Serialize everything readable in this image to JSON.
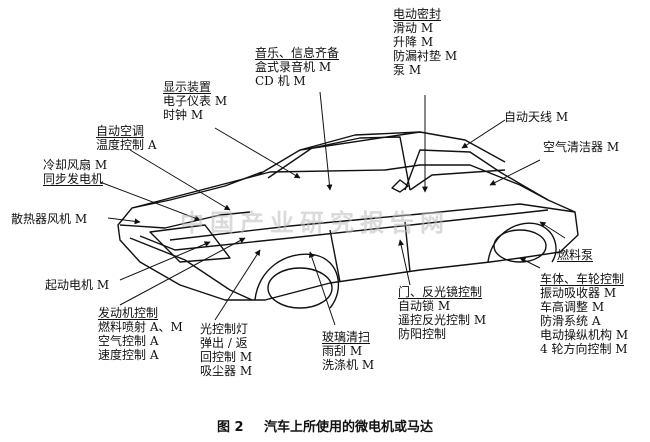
{
  "labels": {
    "seal": {
      "title": "电动密封",
      "items": [
        "滑动 M",
        "升降 M",
        "防漏衬垫 M",
        "泵 M"
      ]
    },
    "audio": {
      "title": "音乐、信息齐备",
      "items": [
        "盒式录音机 M",
        "CD 机 M"
      ]
    },
    "display": {
      "title": "显示装置",
      "items": [
        "电子仪表 M",
        "时钟 M"
      ]
    },
    "antenna": {
      "title": "自动天线 M",
      "items": []
    },
    "aircon": {
      "title": "自动空调",
      "items": [
        "温度控制 A"
      ]
    },
    "aircleaner": {
      "title": "空气清洁器 M",
      "items": []
    },
    "coolingfan": {
      "title": "冷却风扇 M",
      "items": [
        "同步发电机"
      ]
    },
    "radiatorfan": {
      "title": "散热器风机 M",
      "items": []
    },
    "fuelpump": {
      "title": "燃料泵",
      "items": []
    },
    "starter": {
      "title": "起动电机 M",
      "items": []
    },
    "body": {
      "title": "车体、车轮控制",
      "items": [
        "振动吸收器 M",
        "车高调整 M",
        "防滑系统 A",
        "电动操纵机构 M",
        "4 轮方向控制 M"
      ]
    },
    "door": {
      "title": "门、反光镜控制",
      "items": [
        "自动锁 M",
        "遥控反光控制 M",
        "防阳控制"
      ]
    },
    "engine": {
      "title": "发动机控制",
      "items": [
        "燃料喷射 A、M",
        "空气控制 A",
        "速度控制 A"
      ]
    },
    "light": {
      "title": "",
      "items": [
        "光控制灯",
        "弹出 / 返",
        "回控制 M",
        "吸尘器 M"
      ]
    },
    "glass": {
      "title": "玻璃清扫",
      "items": [
        "雨刮 M",
        "洗涤机 M"
      ]
    }
  },
  "watermark": "中国产业研究报告网",
  "caption": {
    "fig": "图 2",
    "text": "汽车上所使用的微电机或马达"
  }
}
